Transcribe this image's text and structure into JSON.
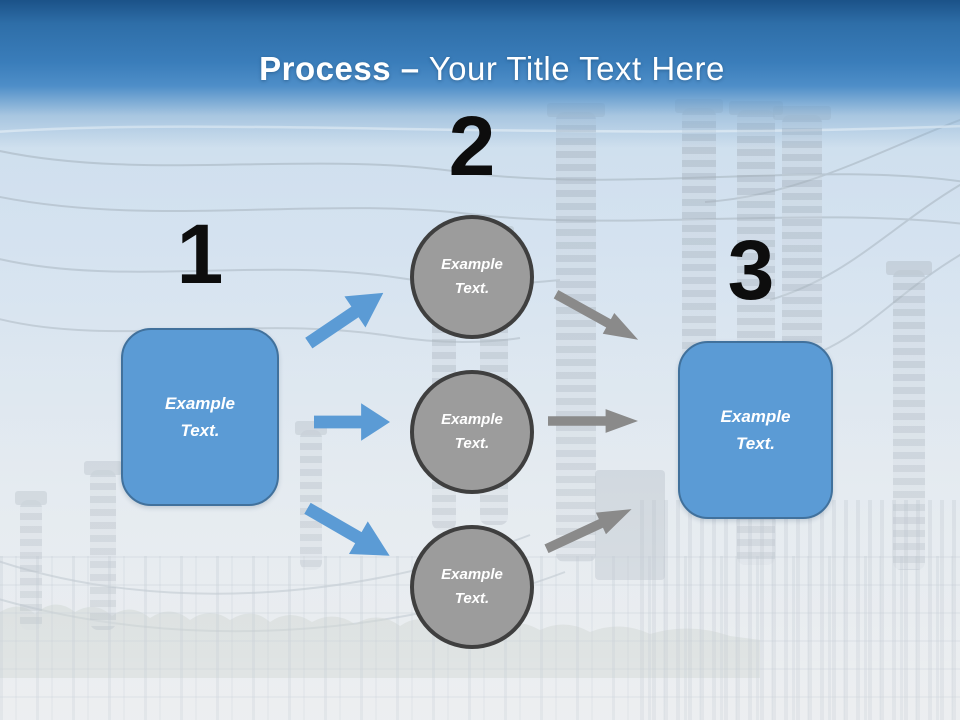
{
  "slide": {
    "title": {
      "bold": "Process",
      "dash": "–",
      "regular": "Your Title Text Here"
    },
    "steps": [
      {
        "number": "1",
        "type": "box",
        "label": "Example Text."
      },
      {
        "number": "2",
        "type": "circles",
        "circles": [
          {
            "label": "Example Text."
          },
          {
            "label": "Example Text."
          },
          {
            "label": "Example Text."
          }
        ]
      },
      {
        "number": "3",
        "type": "box",
        "label": "Example Text."
      }
    ],
    "colors": {
      "accent_blue": "#5B9BD5",
      "box_border": "#41719C",
      "circle_fill": "#9C9C9C",
      "circle_border": "#3F3F3F",
      "arrow_blue": "#5B9BD5",
      "arrow_gray": "#8A8A8A",
      "number_color": "#0D0D0D",
      "title_color": "#FFFFFF",
      "header_dark": "#1B5288",
      "header_mid": "#3A7DBA",
      "header_light": "#4E8EC8",
      "sky": "#C6DAEB"
    }
  }
}
